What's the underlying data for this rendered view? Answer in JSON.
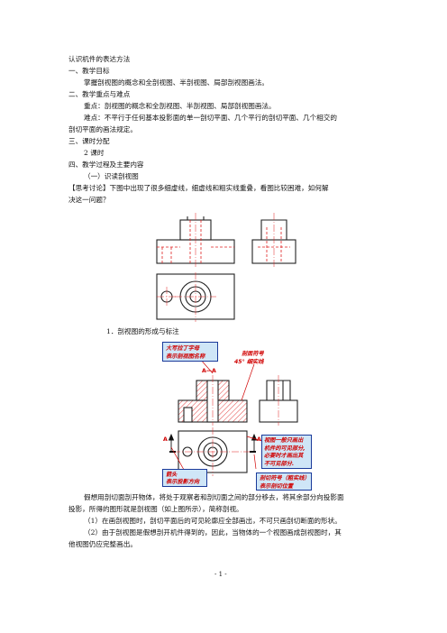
{
  "doc": {
    "title": "认识机件的表达方法",
    "s1_heading": "一、教学目标",
    "s1_body": "掌握剖视图的概念和全剖视图、半剖视图、局部剖视图画法。",
    "s2_heading": "二、教学重点与难点",
    "s2_key": "重点：剖视图的概念和全剖视图、半剖视图、局部剖视图画法。",
    "s2_diff_1": "难点：不平行于任何基本投影面的单一剖切平面、几个平行的剖切平面、几个相交的",
    "s2_diff_2": "剖切平面的画法规定。",
    "s3_heading": "三、课时分配",
    "s3_body": "2 课时",
    "s4_heading": "四、教学过程及主要内容",
    "s4_sub": "（一）识读剖视图",
    "discuss_1": "【思考讨论】下图中出现了很多细虚线，细虚线和粗实线重叠，看图比较困难，如何解",
    "discuss_2": "决这一问题？",
    "item1": "1．剖视图的形成与标注",
    "para1_1": "假想用剖切面剖开物体，将处于观察者和剖切面之间的部分移去，将其余部分向投影面",
    "para1_2": "投影，所得的图形就是剖视图（如上图所示），简称剖视。",
    "para2": "（1）在画剖视图时，剖切平面后的可见轮廓应全部画出，不可只画剖切断面的形状。",
    "para3_1": "（2）由于剖视图是假想剖开机件得到的，因此，当物体的一个视图画成剖视图时，其",
    "para3_2": "他视图仍应完整画出。",
    "page_number": "- 1 -"
  },
  "figure2": {
    "callout_name_1": "大写拉丁字母",
    "callout_name_2": "表示剖视图名称",
    "callout_symbol_1": "剖面符号",
    "callout_symbol_2": "45° 细实线",
    "section_label": "A—A",
    "arrow_letter_left": "A",
    "arrow_letter_right": "A",
    "callout_note_1": "视图一般只画出",
    "callout_note_2": "机件的可见部分,",
    "callout_note_3": "必要时才画出其",
    "callout_note_4": "不可见部分.",
    "callout_arrow_1": "箭头",
    "callout_arrow_2": "表示投影方向",
    "callout_cut_1": "剖切符号（粗实线）",
    "callout_cut_2": "表示剖切位置",
    "colors": {
      "callout_bg": "#cfe6f7",
      "callout_text": "#d00000",
      "callout_border": "#1a3a9a",
      "hatch": "#e03030"
    }
  }
}
